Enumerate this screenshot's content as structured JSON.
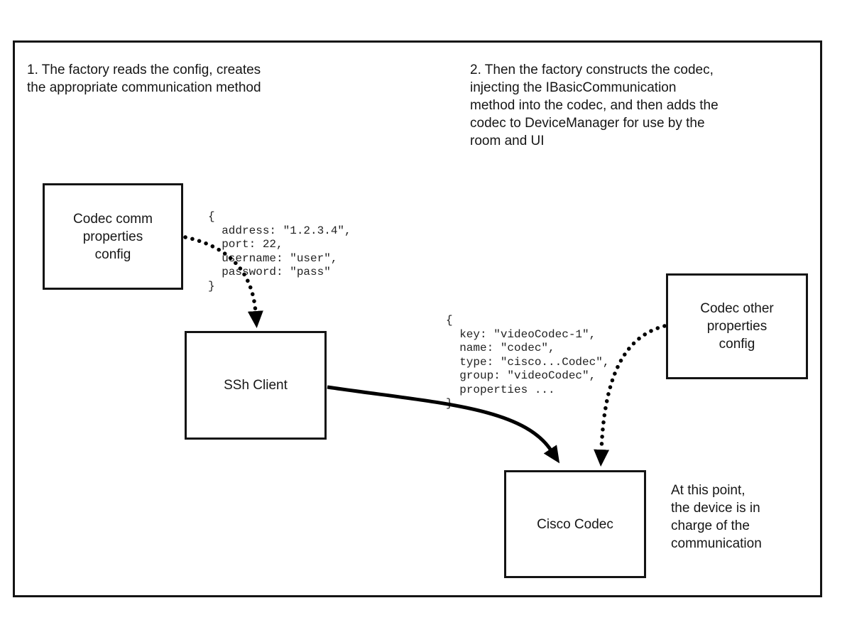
{
  "diagram": {
    "notes": {
      "step1": "1. The factory reads the config, creates\nthe appropriate communication method",
      "step2": "2. Then the factory constructs the codec,\ninjecting the IBasicCommunication\nmethod into the codec, and then adds the\ncodec to DeviceManager for use by the\nroom and UI",
      "device_in_charge": "At this point,\nthe device is in\ncharge of the\ncommunication"
    },
    "boxes": {
      "comm_config": "Codec comm\nproperties\nconfig",
      "ssh_client": "SSh Client",
      "other_config": "Codec other\nproperties\nconfig",
      "cisco_codec": "Cisco Codec"
    },
    "code1": "{\n  address: \"1.2.3.4\",\n  port: 22,\n  username: \"user\",\n  password: \"pass\"\n}",
    "code2": "{\n  key: \"videoCodec-1\",\n  name: \"codec\",\n  type: \"cisco...Codec\",\n  group: \"videoCodec\",\n  properties ...\n}",
    "colors": {
      "line": "#000000",
      "border": "#141414",
      "background": "#ffffff"
    }
  }
}
